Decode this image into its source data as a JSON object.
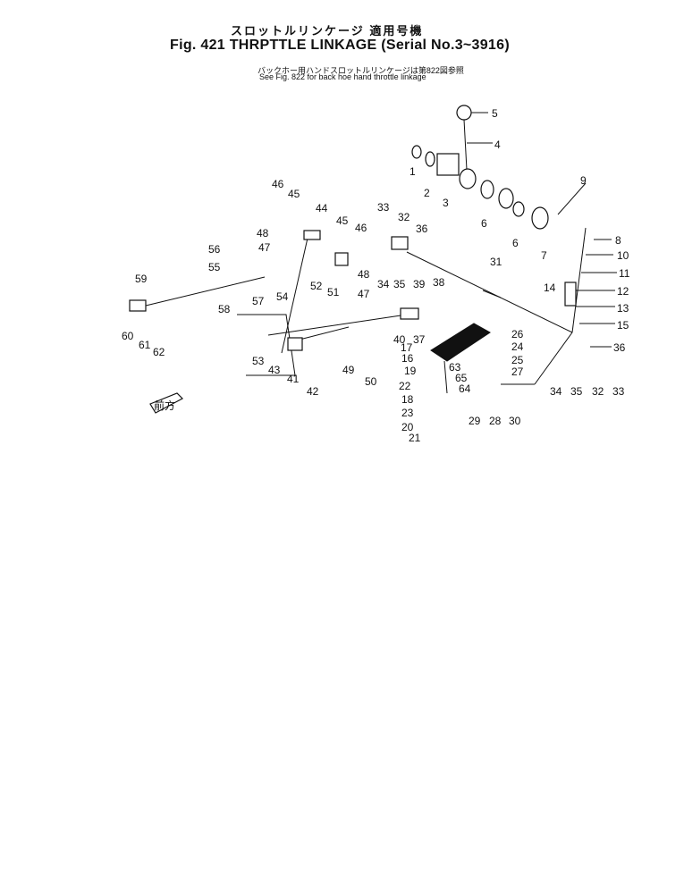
{
  "header": {
    "title_jp": "スロットルリンケージ 適用号機",
    "title": "Fig. 421 THRPTTLE LINKAGE (Serial No.3~3916)",
    "note_jp": "バックホー用ハンドスロットルリンケージは第822図参照",
    "note": "See Fig. 822 for back hoe hand throttle linkage"
  },
  "front_marker": "前方",
  "callouts": [
    "1",
    "2",
    "3",
    "4",
    "5",
    "6",
    "7",
    "8",
    "9",
    "10",
    "11",
    "12",
    "13",
    "14",
    "15",
    "16",
    "17",
    "18",
    "19",
    "20",
    "21",
    "22",
    "23",
    "24",
    "25",
    "26",
    "27",
    "28",
    "29",
    "30",
    "31",
    "32",
    "33",
    "34",
    "35",
    "36",
    "37",
    "38",
    "39",
    "40",
    "41",
    "42",
    "43",
    "44",
    "45",
    "46",
    "47",
    "48",
    "49",
    "50",
    "51",
    "52",
    "53",
    "54",
    "55",
    "56",
    "57",
    "58",
    "59",
    "60",
    "61",
    "62",
    "63",
    "64",
    "65"
  ]
}
